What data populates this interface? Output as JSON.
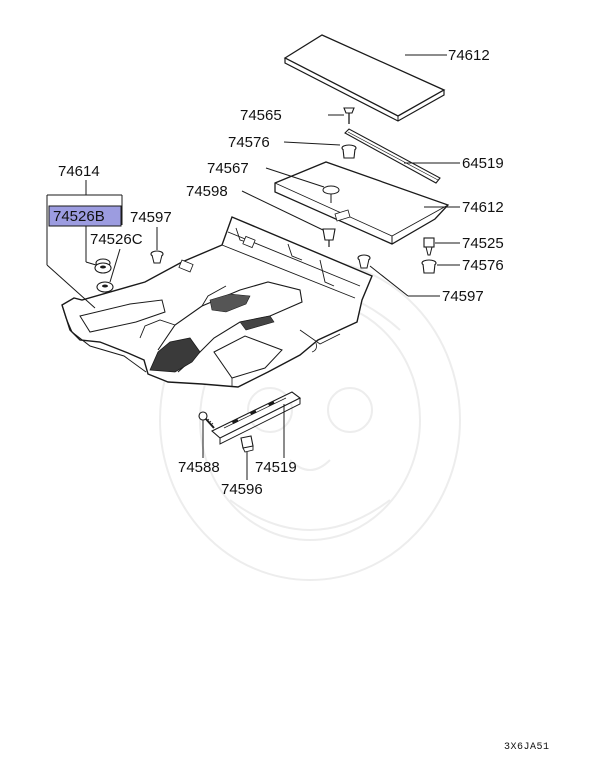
{
  "diagram": {
    "drawing_code": "3X6JA51",
    "highlight_color": "#9c9ce0",
    "callouts": {
      "c74612_top": "74612",
      "c74565": "74565",
      "c74576_a": "74576",
      "c64519": "64519",
      "c74567": "74567",
      "c74598": "74598",
      "c74612_mid": "74612",
      "c74525": "74525",
      "c74576_b": "74576",
      "c74597_right": "74597",
      "c74614": "74614",
      "c74526B": "74526B",
      "c74597_left": "74597",
      "c74526C": "74526C",
      "c74588": "74588",
      "c74519": "74519",
      "c74596": "74596"
    }
  }
}
